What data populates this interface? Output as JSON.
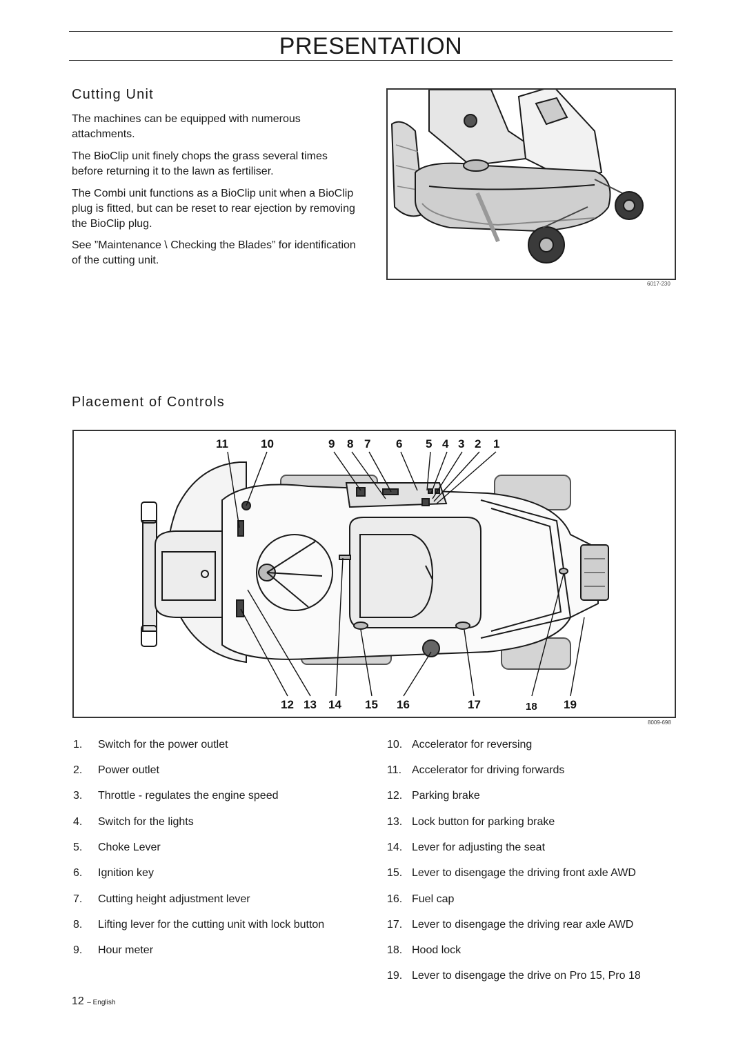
{
  "header": {
    "title": "PRESENTATION"
  },
  "cutting_unit": {
    "heading": "Cutting Unit",
    "paragraphs": [
      "The machines can be equipped with numerous attachments.",
      "The BioClip unit finely chops the grass several times before returning it to the lawn as fertiliser.",
      "The Combi unit functions as a BioClip unit when a BioClip plug is fitted, but can be reset to rear ejection by removing the BioClip plug.",
      "See ”Maintenance \\ Checking the Blades” for identification of the cutting unit."
    ],
    "figure_code": "6017-230"
  },
  "controls": {
    "heading": "Placement of Controls",
    "figure_code": "8009-698",
    "callouts_top": [
      "11",
      "10",
      "9",
      "8",
      "7",
      "6",
      "5",
      "4",
      "3",
      "2",
      "1"
    ],
    "callouts_bottom": [
      "12",
      "13",
      "14",
      "15",
      "16",
      "17",
      "18",
      "19"
    ],
    "items_left": [
      {
        "num": "1.",
        "label": "Switch for the power outlet"
      },
      {
        "num": "2.",
        "label": "Power outlet"
      },
      {
        "num": "3.",
        "label": "Throttle - regulates the engine speed"
      },
      {
        "num": "4.",
        "label": "Switch for the lights"
      },
      {
        "num": "5.",
        "label": "Choke Lever"
      },
      {
        "num": "6.",
        "label": "Ignition key"
      },
      {
        "num": "7.",
        "label": "Cutting height adjustment lever"
      },
      {
        "num": "8.",
        "label": "Lifting lever for the cutting unit with lock button"
      },
      {
        "num": "9.",
        "label": "Hour meter"
      }
    ],
    "items_right": [
      {
        "num": "10.",
        "label": "Accelerator for reversing"
      },
      {
        "num": "11.",
        "label": "Accelerator for driving forwards"
      },
      {
        "num": "12.",
        "label": "Parking brake"
      },
      {
        "num": "13.",
        "label": "Lock button for parking brake"
      },
      {
        "num": "14.",
        "label": "Lever for adjusting the seat"
      },
      {
        "num": "15.",
        "label": "Lever to disengage the driving front axle AWD"
      },
      {
        "num": "16.",
        "label": "Fuel cap"
      },
      {
        "num": "17.",
        "label": "Lever to disengage the driving rear axle AWD"
      },
      {
        "num": "18.",
        "label": "Hood lock"
      },
      {
        "num": "19.",
        "label": "Lever to disengage the drive on Pro 15, Pro 18"
      }
    ]
  },
  "footer": {
    "page_number": "12",
    "language": "– English"
  }
}
